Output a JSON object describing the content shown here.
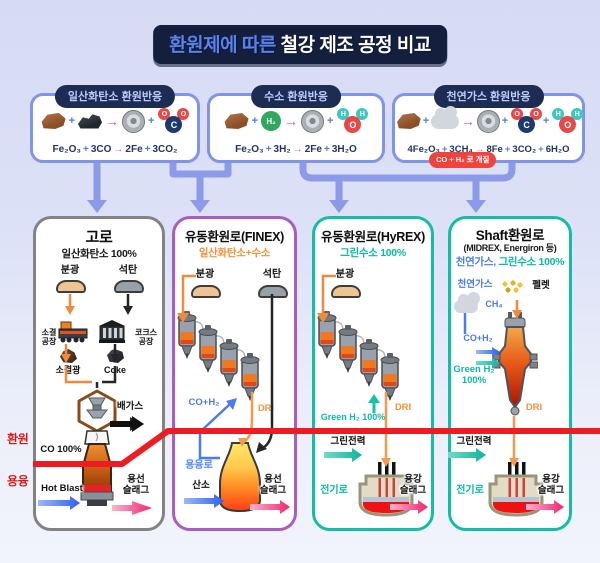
{
  "title": {
    "highlight": "환원제에 따른",
    "rest": " 철강 제조 공정 비교"
  },
  "symbols": {
    "plus": "+",
    "arrow": "→"
  },
  "reactions": [
    {
      "header": "일산화탄소 환원반응",
      "eq": {
        "t1": "Fe₂O₃",
        "t2": "3CO",
        "t3": "2Fe",
        "t4": "3CO₂"
      },
      "molecule": {
        "center": "C",
        "o1": "O",
        "o2": "O"
      }
    },
    {
      "header": "수소 환원반응",
      "h2": "H₂",
      "eq": {
        "t1": "Fe₂O₃",
        "t2": "3H₂",
        "t3": "2Fe",
        "t4": "3H₂O"
      },
      "molecule": {
        "center": "O",
        "h1": "H",
        "h2": "H"
      }
    },
    {
      "header": "천연가스 환원반응",
      "eq": {
        "t1": "4Fe₂O₃",
        "t2": "3CH₄",
        "t3": "8Fe",
        "t4": "3CO₂",
        "t5": "6H₂O"
      },
      "badge": "CO + H₂ 로 개질",
      "co2": {
        "center": "C",
        "o1": "O",
        "o2": "O"
      },
      "h2o": {
        "center": "O",
        "h1": "H",
        "h2": "H"
      }
    }
  ],
  "zones": {
    "reduction": "환원",
    "melting": "용융"
  },
  "columns": [
    {
      "title": "고로",
      "subtitle": "일산화탄소  100%",
      "labels": {
        "fine_ore": "분광",
        "coal": "석탄",
        "sinter_plant": "소결\n공장",
        "coke_plant": "코크스\n공장",
        "sinter_ore": "소결광",
        "coke": "Coke",
        "offgas": "배가스",
        "co": "CO 100%",
        "hot_blast": "Hot Blast",
        "output": "용선\n슬래그"
      }
    },
    {
      "title": "유동환원로(FINEX)",
      "subtitle": "일산화탄소+수소",
      "labels": {
        "fine_ore": "분광",
        "coal": "석탄",
        "co_h2": "CO+H₂",
        "dri": "DRI",
        "melter": "용융로",
        "oxygen": "산소",
        "output": "용선\n슬래그"
      }
    },
    {
      "title": "유동환원로(HyREX)",
      "subtitle": "그린수소  100%",
      "labels": {
        "fine_ore": "분광",
        "green_h2": "Green H₂ 100%",
        "dri": "DRI",
        "green_power": "그린전력",
        "eaf": "전기로",
        "output": "용강\n슬래그"
      }
    },
    {
      "title": "Shaft환원로",
      "subtitle": "(MIDREX, Energiron 등)",
      "subtitle2_blue": "천연가스,",
      "subtitle2_teal": " 그린수소  100%",
      "labels": {
        "natural_gas": "천연가스",
        "ch4": "CH₄",
        "pellet": "펠렛",
        "co_h2": "CO+H₂",
        "green_h2": "Green H₂",
        "green_h2_pct": "100%",
        "dri": "DRI",
        "green_power": "그린전력",
        "eaf": "전기로",
        "output": "용강\n슬래그"
      }
    }
  ],
  "colors": {
    "accent_blue": "#4a7bf0",
    "teal": "#0db9a2",
    "orange": "#f5923c",
    "red_line": "#ee1b22",
    "purple": "#ab5cc0",
    "connector": "#8b9bea",
    "banner_navy": "#141f3e"
  }
}
